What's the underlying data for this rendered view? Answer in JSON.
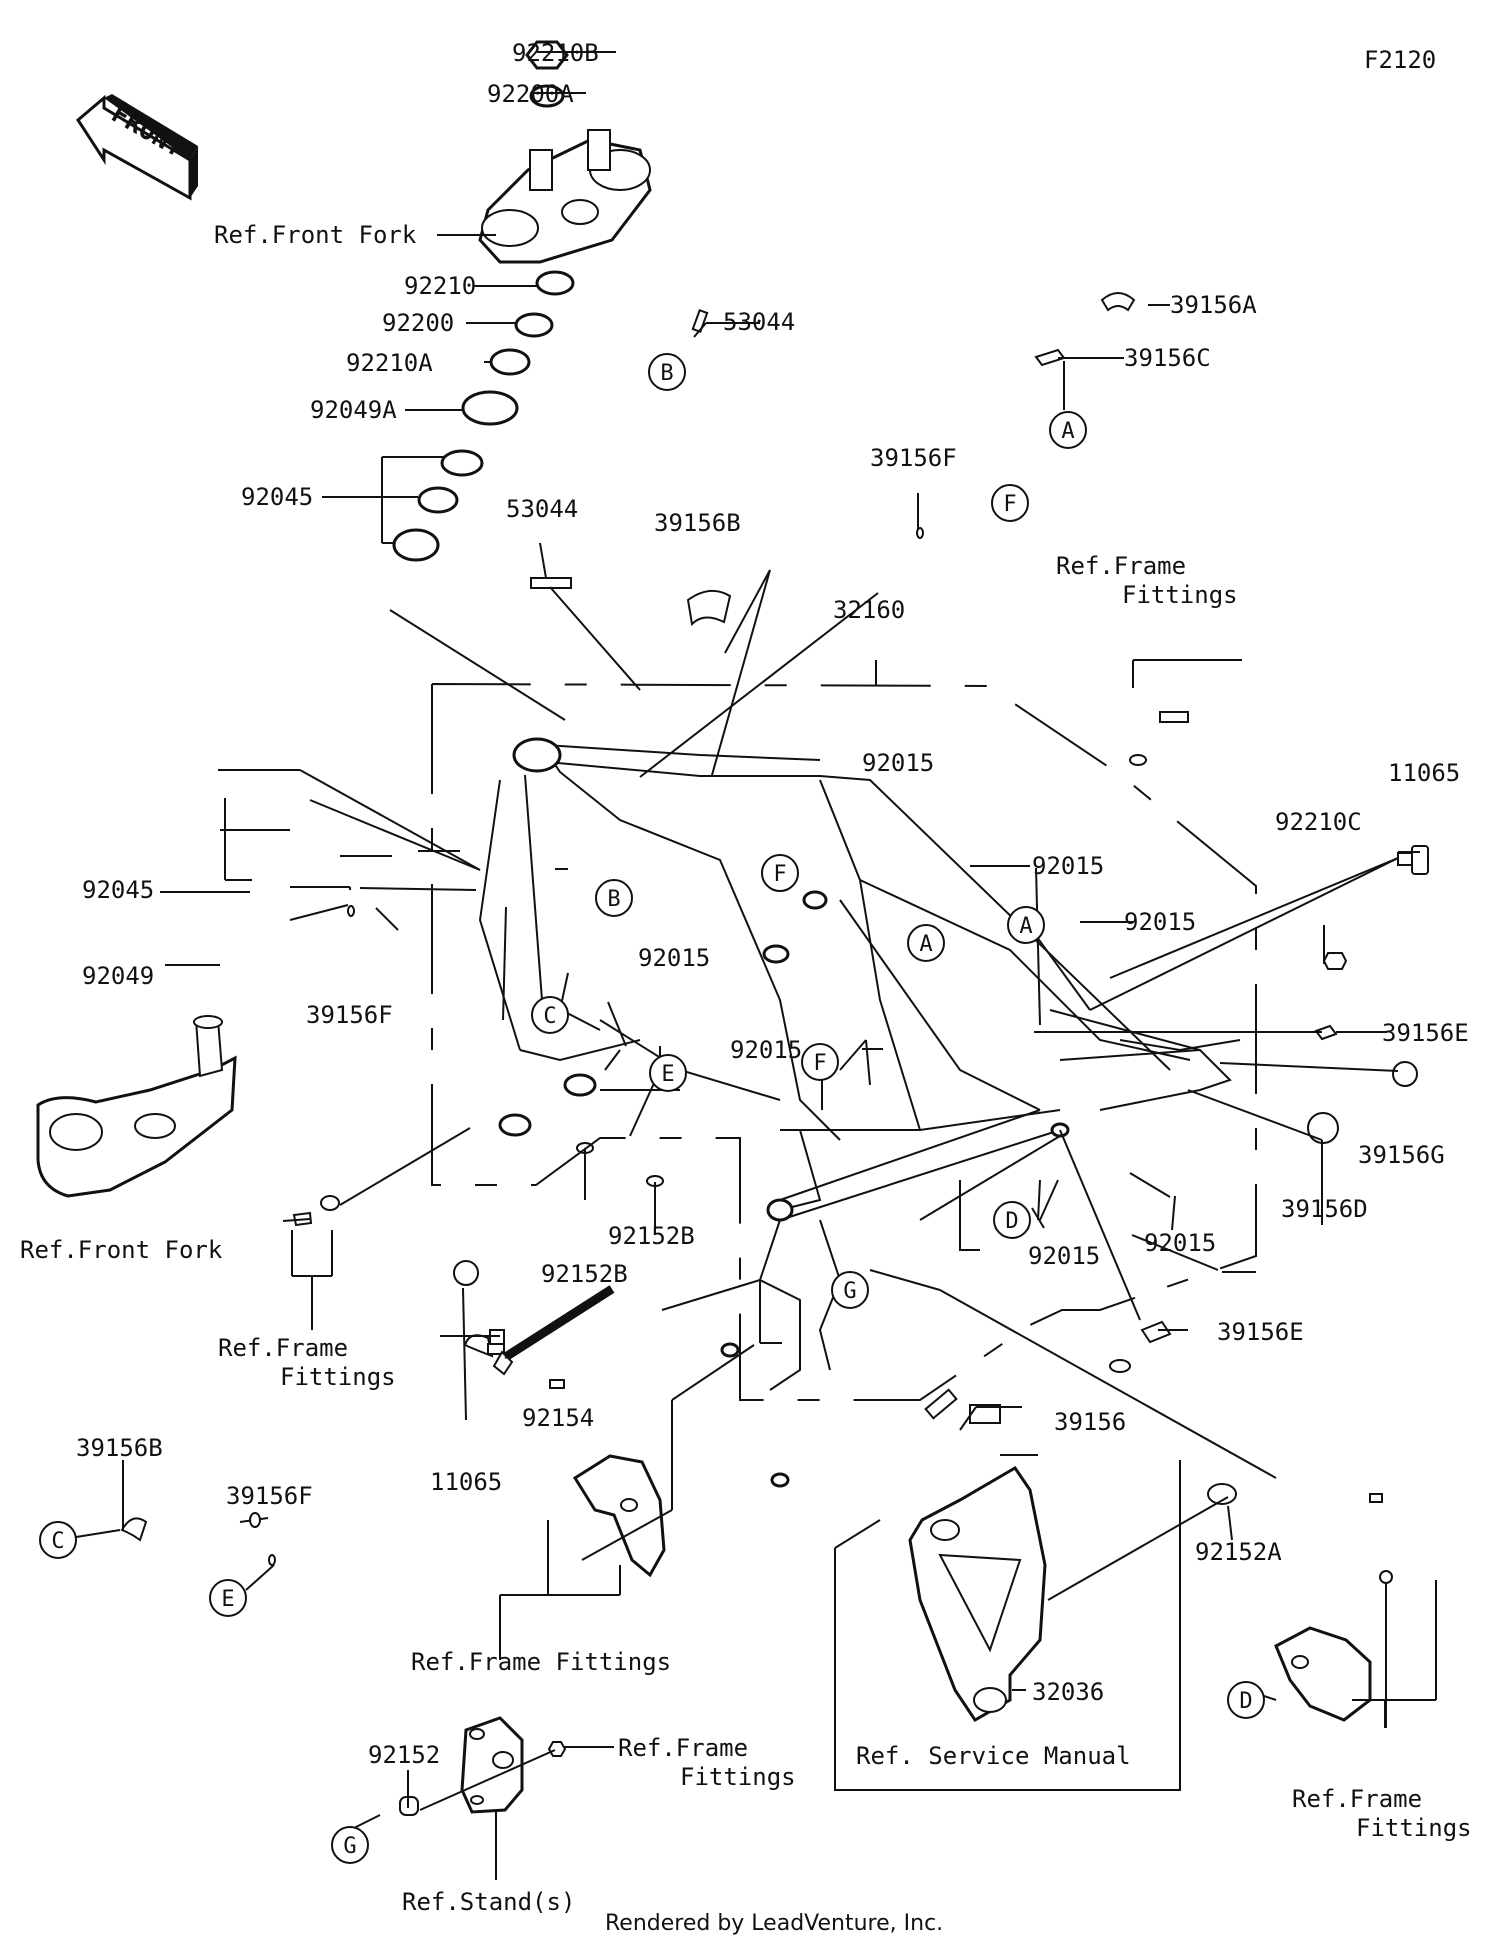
{
  "figure_code": "F2120",
  "front_label": "FRONT",
  "footer": "Rendered by LeadVenture, Inc.",
  "labels": [
    {
      "id": "l01",
      "text": "92210B"
    },
    {
      "id": "l02",
      "text": "92200A"
    },
    {
      "id": "l03",
      "text": "Ref.Front Fork"
    },
    {
      "id": "l04",
      "text": "92210"
    },
    {
      "id": "l05",
      "text": "92200"
    },
    {
      "id": "l06",
      "text": "92210A"
    },
    {
      "id": "l07",
      "text": "92049A"
    },
    {
      "id": "l08",
      "text": "92045"
    },
    {
      "id": "l09",
      "text": "53044"
    },
    {
      "id": "l10",
      "text": "39156A"
    },
    {
      "id": "l11",
      "text": "39156C"
    },
    {
      "id": "l12",
      "text": "39156F"
    },
    {
      "id": "l13",
      "text": "53044"
    },
    {
      "id": "l14",
      "text": "39156B"
    },
    {
      "id": "l15",
      "text": "Ref.Frame"
    },
    {
      "id": "l16",
      "text": "Fittings"
    },
    {
      "id": "l17",
      "text": "32160"
    },
    {
      "id": "l18",
      "text": "92015"
    },
    {
      "id": "l19",
      "text": "11065"
    },
    {
      "id": "l20",
      "text": "92210C"
    },
    {
      "id": "l21",
      "text": "92015"
    },
    {
      "id": "l22",
      "text": "92045"
    },
    {
      "id": "l23",
      "text": "92015"
    },
    {
      "id": "l24",
      "text": "92015"
    },
    {
      "id": "l25",
      "text": "92049"
    },
    {
      "id": "l26",
      "text": "39156F"
    },
    {
      "id": "l27",
      "text": "92015"
    },
    {
      "id": "l28",
      "text": "39156E"
    },
    {
      "id": "l29",
      "text": "39156G"
    },
    {
      "id": "l30",
      "text": "39156D"
    },
    {
      "id": "l31",
      "text": "Ref.Front Fork"
    },
    {
      "id": "l32",
      "text": "92152B"
    },
    {
      "id": "l33",
      "text": "92152B"
    },
    {
      "id": "l34",
      "text": "92015"
    },
    {
      "id": "l35",
      "text": "92015"
    },
    {
      "id": "l36",
      "text": "Ref.Frame"
    },
    {
      "id": "l37",
      "text": "Fittings"
    },
    {
      "id": "l38",
      "text": "39156E"
    },
    {
      "id": "l39",
      "text": "92154"
    },
    {
      "id": "l40",
      "text": "11065"
    },
    {
      "id": "l41",
      "text": "39156"
    },
    {
      "id": "l42",
      "text": "39156B"
    },
    {
      "id": "l43",
      "text": "39156F"
    },
    {
      "id": "l44",
      "text": "92152A"
    },
    {
      "id": "l45",
      "text": "Ref.Frame Fittings"
    },
    {
      "id": "l46",
      "text": "32036"
    },
    {
      "id": "l47",
      "text": "Ref. Service Manual"
    },
    {
      "id": "l48",
      "text": "92152"
    },
    {
      "id": "l49",
      "text": "Ref.Frame"
    },
    {
      "id": "l50",
      "text": "Fittings"
    },
    {
      "id": "l51",
      "text": "Ref.Stand(s)"
    },
    {
      "id": "l52",
      "text": "Ref.Frame"
    },
    {
      "id": "l53",
      "text": "Fittings"
    }
  ],
  "callouts": [
    {
      "id": "c01",
      "letter": "B"
    },
    {
      "id": "c02",
      "letter": "A"
    },
    {
      "id": "c03",
      "letter": "F"
    },
    {
      "id": "c04",
      "letter": "B"
    },
    {
      "id": "c05",
      "letter": "F"
    },
    {
      "id": "c06",
      "letter": "A"
    },
    {
      "id": "c07",
      "letter": "A"
    },
    {
      "id": "c08",
      "letter": "C"
    },
    {
      "id": "c09",
      "letter": "E"
    },
    {
      "id": "c10",
      "letter": "F"
    },
    {
      "id": "c11",
      "letter": "D"
    },
    {
      "id": "c12",
      "letter": "G"
    },
    {
      "id": "c13",
      "letter": "C"
    },
    {
      "id": "c14",
      "letter": "E"
    },
    {
      "id": "c15",
      "letter": "D"
    },
    {
      "id": "c16",
      "letter": "G"
    }
  ]
}
